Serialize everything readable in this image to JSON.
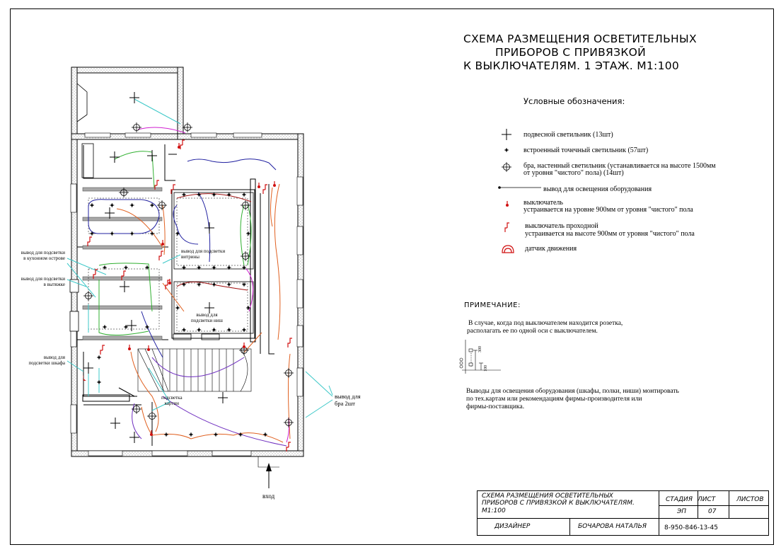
{
  "title": {
    "line1": "СХЕМА РАЗМЕЩЕНИЯ ОСВЕТИТЕЛЬНЫХ",
    "line2": "ПРИБОРОВ С ПРИВЯЗКОЙ",
    "line3": "К ВЫКЛЮЧАТЕЛЯМ. 1 ЭТАЖ. М1:100"
  },
  "legend": {
    "heading": "Условные обозначения:",
    "pendant": "подвесной светильник    (13шт)",
    "spot": "встроенный точечный светильник (57шт)",
    "sconce1": "бра, настенный светильник (устанавливается на высоте 1500мм",
    "sconce2": "от уровня \"чистого\" пола)           (14шт)",
    "equipment": "вывод для освещения оборудования",
    "switch1": "выключатель",
    "switch2": "устраивается на уровне 900мм от уровня \"чистого\" пола",
    "passswitch1": "выключатель проходной",
    "passswitch2": "устраивается на высоте 900мм от уровня \"чистого\" пола",
    "motion": "датчик движения"
  },
  "note": {
    "heading": "ПРИМЕЧАНИЕ:",
    "text1": "В случае, когда под выключателем находится розетка,",
    "text2": "располагать ее по одной оси с выключателем.",
    "dim1": "300",
    "dim2": "100",
    "text3": "Выводы для освещения оборудования (шкафы, полки, ниши) монтировать",
    "text4": "по тех.картам или рекомендациям фирмы-производителя или",
    "text5": "фирмы-поставщика."
  },
  "callouts": {
    "island1": "вывод для подсветки",
    "island2": "в кухонном острове",
    "hood1": "вывод для подсветки",
    "hood2": "в вытяжке",
    "cabinet1": "вывод для",
    "cabinet2": "подсветки шкафа",
    "showcase1": "вывод для подсветки",
    "showcase2": "витрины",
    "niche1": "вывод для",
    "niche2": "подсветки ниш",
    "pictures1": "подсветка",
    "pictures2": "картин",
    "bra1": "вывод для",
    "bra2": "бра 2шт",
    "entrance": "вход"
  },
  "stamp": {
    "title1": "СХЕМА РАЗМЕЩЕНИЯ ОСВЕТИТЕЛЬНЫХ",
    "title2": "ПРИБОРОВ С ПРИВЯЗКОЙ К ВЫКЛЮЧАТЕЛЯМ.",
    "title3": "М1:100",
    "stage_label": "СТАДИЯ",
    "sheet_label": "ЛИСТ",
    "sheets_label": "ЛИСТОВ",
    "stage": "ЭП",
    "sheet": "07",
    "role": "ДИЗАЙНЕР",
    "name": "БОЧАРОВА НАТАЛЬЯ",
    "phone": "8-950-846-13-45"
  },
  "colors": {
    "wire_cyan": "#3cc8c8",
    "wire_magenta": "#d020d0",
    "wire_green": "#30b030",
    "wire_blue": "#2020a0",
    "wire_orange": "#e06020",
    "wire_purple": "#7030c0",
    "wire_darkred": "#a01010",
    "switch_red": "#d01010",
    "wall_gray": "#a8a8a8"
  }
}
